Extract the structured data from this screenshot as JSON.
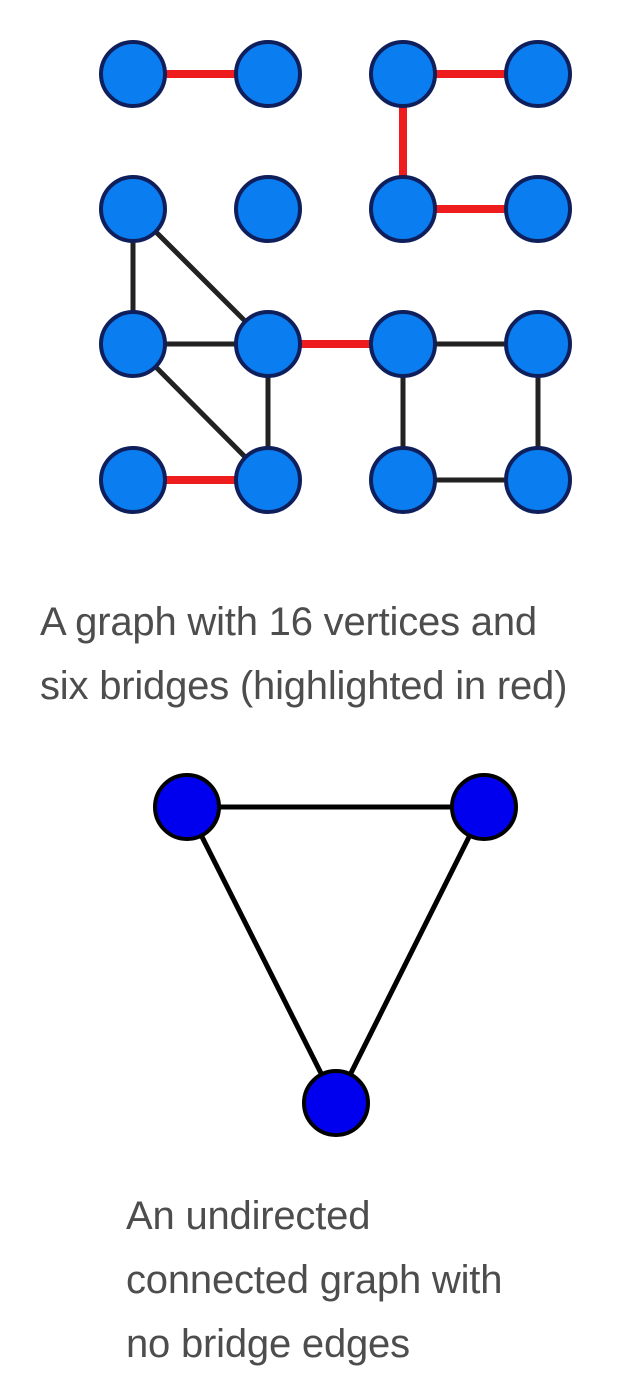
{
  "figure1": {
    "caption_lines": [
      "A graph with 16 vertices and",
      "six bridges (highlighted in red)"
    ],
    "colors": {
      "vertex_fill": "#0a7df0",
      "vertex_stroke": "#0f1f5c",
      "edge": "#222222",
      "bridge": "#ee1c1c"
    },
    "vertices": [
      {
        "id": "v1",
        "col": 0,
        "row": 0
      },
      {
        "id": "v2",
        "col": 1,
        "row": 0
      },
      {
        "id": "v3",
        "col": 2,
        "row": 0
      },
      {
        "id": "v4",
        "col": 3,
        "row": 0
      },
      {
        "id": "v5",
        "col": 0,
        "row": 1
      },
      {
        "id": "v6",
        "col": 1,
        "row": 1
      },
      {
        "id": "v7",
        "col": 2,
        "row": 1
      },
      {
        "id": "v8",
        "col": 3,
        "row": 1
      },
      {
        "id": "v9",
        "col": 0,
        "row": 2
      },
      {
        "id": "v10",
        "col": 1,
        "row": 2
      },
      {
        "id": "v11",
        "col": 2,
        "row": 2
      },
      {
        "id": "v12",
        "col": 3,
        "row": 2
      },
      {
        "id": "v13",
        "col": 0,
        "row": 3
      },
      {
        "id": "v14",
        "col": 1,
        "row": 3
      },
      {
        "id": "v15",
        "col": 2,
        "row": 3
      },
      {
        "id": "v16",
        "col": 3,
        "row": 3
      }
    ],
    "edges": [
      {
        "from": "v1",
        "to": "v2",
        "bridge": true
      },
      {
        "from": "v3",
        "to": "v4",
        "bridge": true
      },
      {
        "from": "v3",
        "to": "v7",
        "bridge": true
      },
      {
        "from": "v7",
        "to": "v8",
        "bridge": true
      },
      {
        "from": "v5",
        "to": "v9",
        "bridge": false
      },
      {
        "from": "v5",
        "to": "v10",
        "bridge": false
      },
      {
        "from": "v9",
        "to": "v10",
        "bridge": false
      },
      {
        "from": "v9",
        "to": "v14",
        "bridge": false
      },
      {
        "from": "v10",
        "to": "v14",
        "bridge": false
      },
      {
        "from": "v10",
        "to": "v11",
        "bridge": true
      },
      {
        "from": "v11",
        "to": "v12",
        "bridge": false
      },
      {
        "from": "v11",
        "to": "v15",
        "bridge": false
      },
      {
        "from": "v12",
        "to": "v16",
        "bridge": false
      },
      {
        "from": "v15",
        "to": "v16",
        "bridge": false
      },
      {
        "from": "v13",
        "to": "v14",
        "bridge": true
      }
    ]
  },
  "figure2": {
    "caption_lines": [
      "An undirected",
      "connected graph with",
      "no bridge edges"
    ],
    "colors": {
      "vertex_fill": "#0000ee",
      "vertex_stroke": "#000000",
      "edge": "#000000"
    },
    "vertices": [
      {
        "id": "a",
        "pos": "top-left"
      },
      {
        "id": "b",
        "pos": "top-right"
      },
      {
        "id": "c",
        "pos": "bottom"
      }
    ],
    "edges": [
      {
        "from": "a",
        "to": "b"
      },
      {
        "from": "a",
        "to": "c"
      },
      {
        "from": "b",
        "to": "c"
      }
    ]
  }
}
